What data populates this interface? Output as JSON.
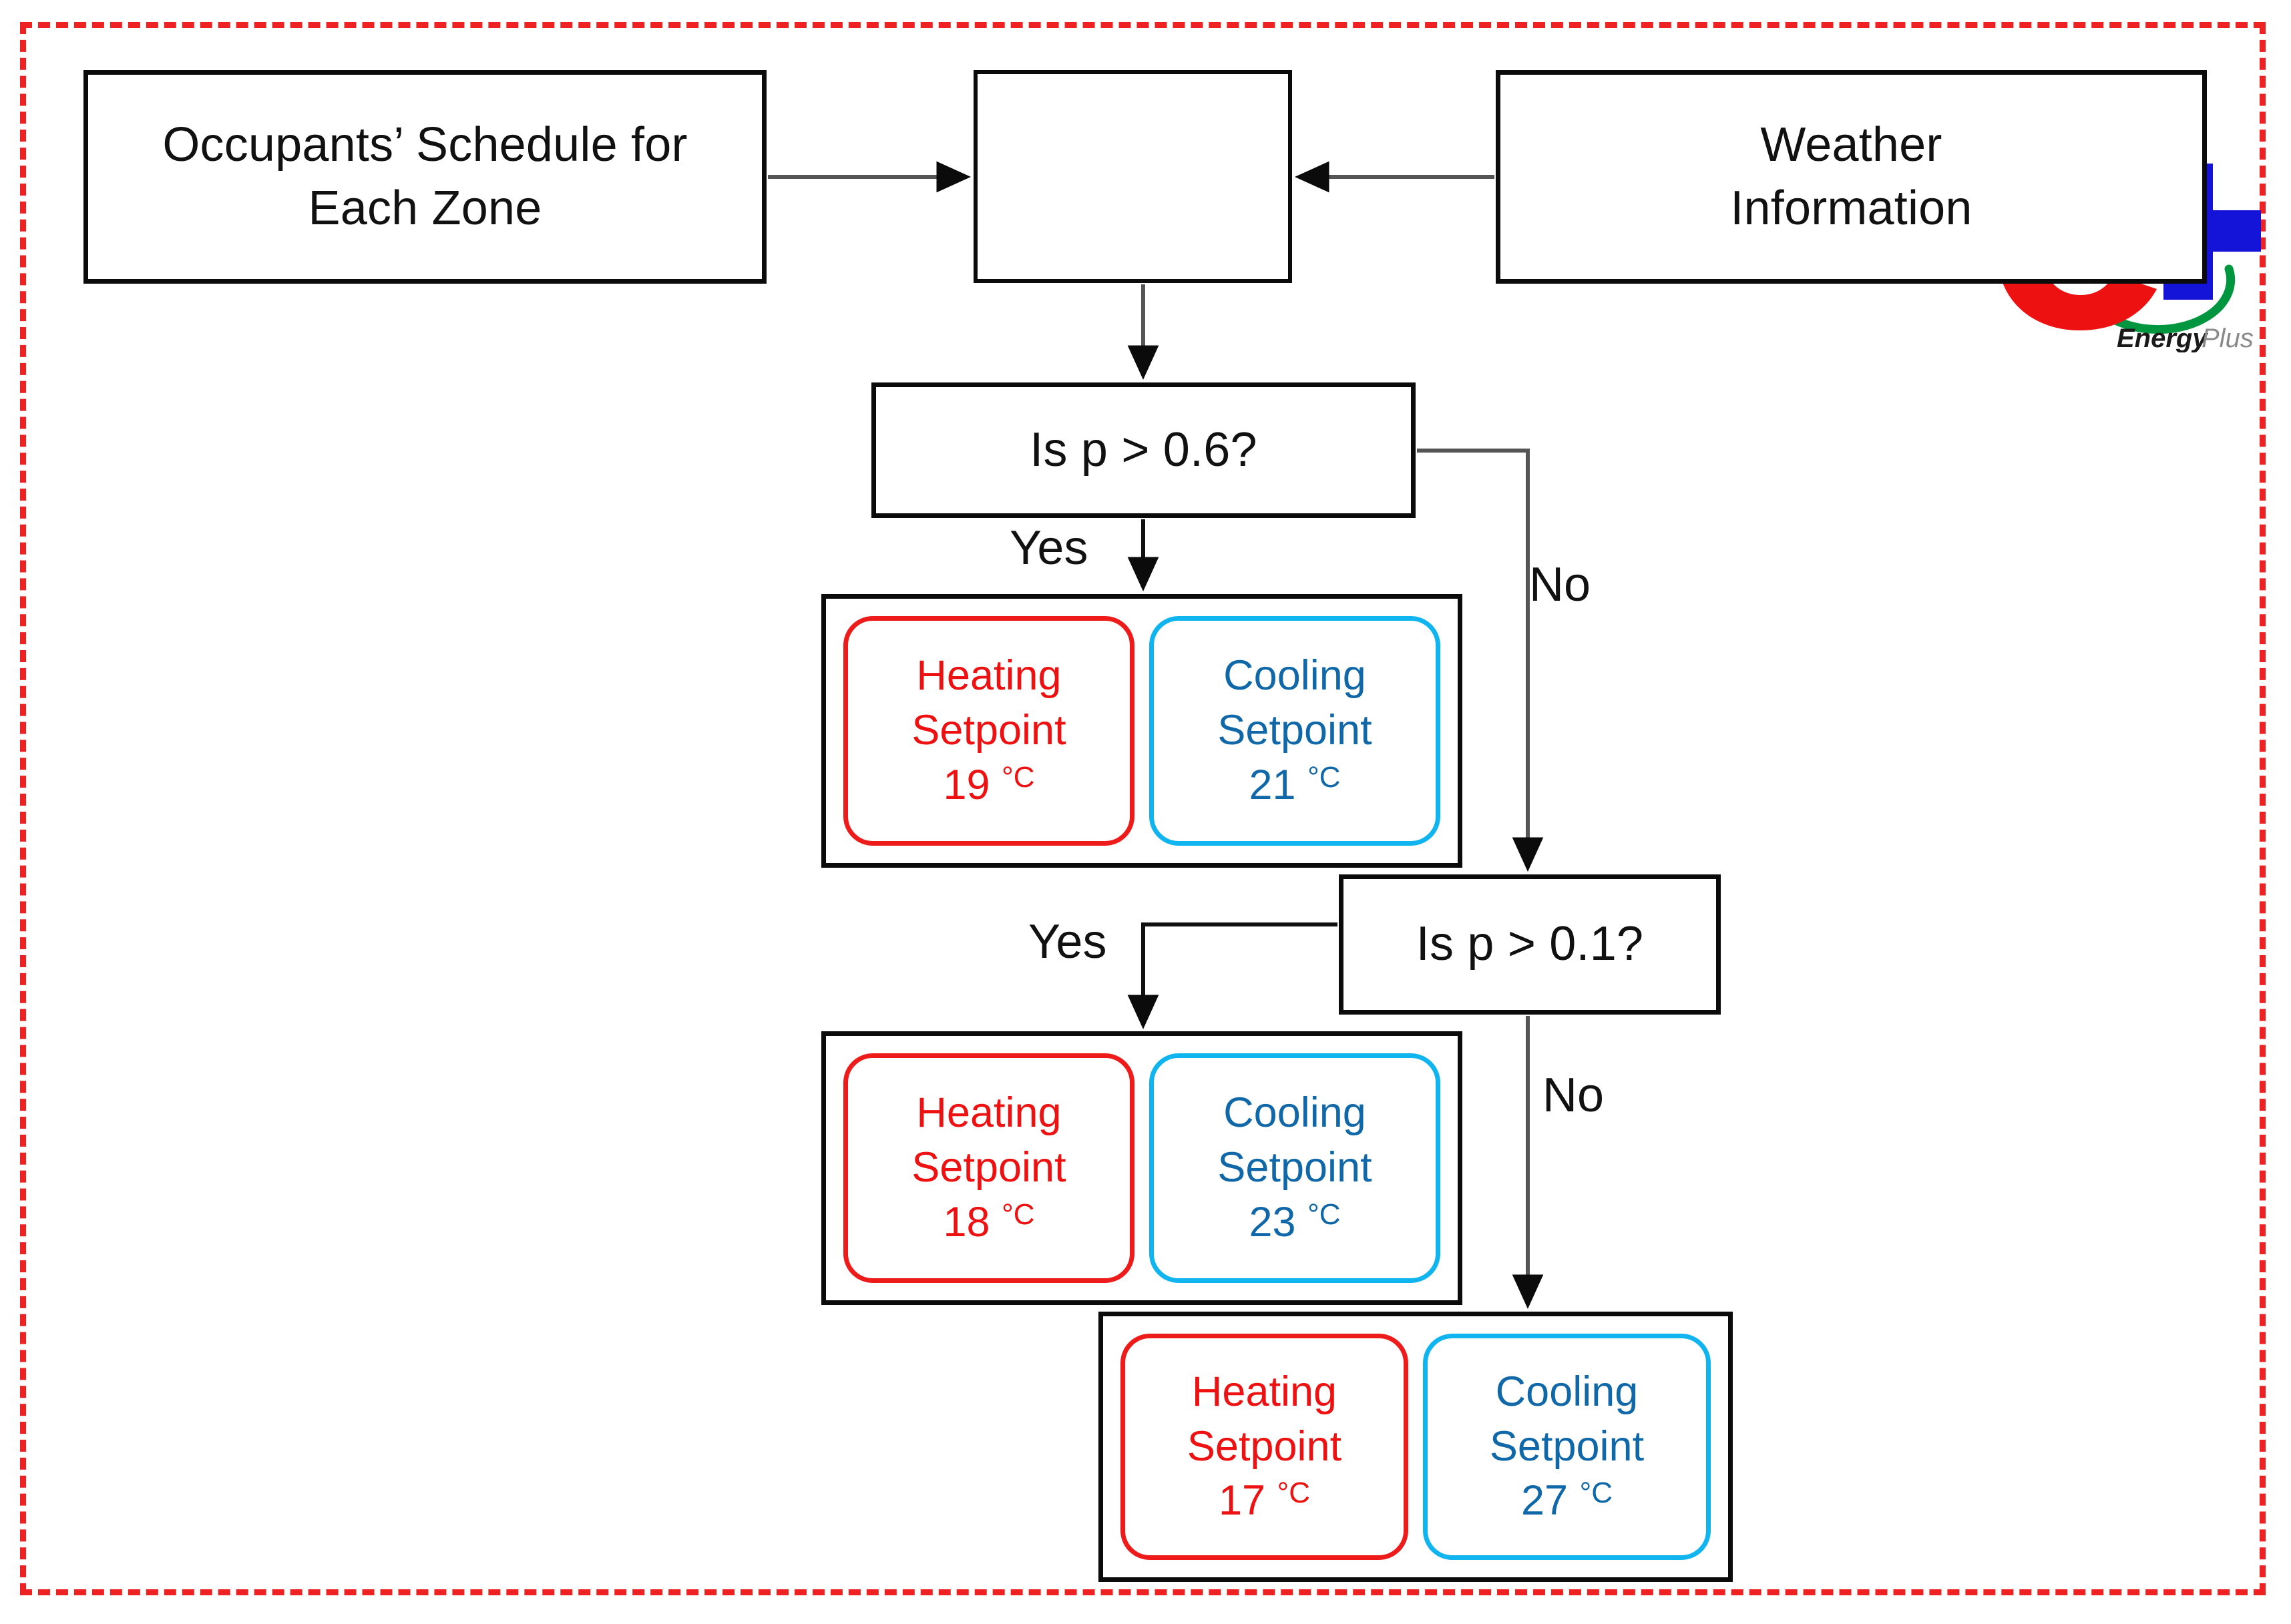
{
  "diagram": {
    "type": "flowchart",
    "title": "Occupancy-based setpoint decision flowchart",
    "frame_color": "#ee2222",
    "accent_heating": "#ee1111",
    "accent_cooling": "#10b4ee",
    "nodes": {
      "occupants": {
        "label": "Occupants’ Schedule for\nEach Zone",
        "line1": "Occupants’ Schedule for",
        "line2": "Each Zone"
      },
      "energyplus": {
        "label": "EnergyPlus",
        "word_bold": "Energy",
        "word_light": "Plus",
        "icon": "energyplus-logo"
      },
      "weather": {
        "label": "Weather\nInformation",
        "line1": "Weather",
        "line2": "Information"
      },
      "decision1": {
        "label": "Is p > 0.6?"
      },
      "decision2": {
        "label": "Is p > 0.1?"
      }
    },
    "branch_labels": {
      "dec1_yes": "Yes",
      "dec1_no": "No",
      "dec2_yes": "Yes",
      "dec2_no": "No"
    },
    "setpoint_groups": [
      {
        "id": "group-p-gt-0-6",
        "heating": {
          "line1": "Heating",
          "line2": "Setpoint",
          "value": "19",
          "unit": "°C"
        },
        "cooling": {
          "line1": "Cooling",
          "line2": "Setpoint",
          "value": "21",
          "unit": "°C"
        }
      },
      {
        "id": "group-p-gt-0-1",
        "heating": {
          "line1": "Heating",
          "line2": "Setpoint",
          "value": "18",
          "unit": "°C"
        },
        "cooling": {
          "line1": "Cooling",
          "line2": "Setpoint",
          "value": "23",
          "unit": "°C"
        }
      },
      {
        "id": "group-p-le-0-1",
        "heating": {
          "line1": "Heating",
          "line2": "Setpoint",
          "value": "17",
          "unit": "°C"
        },
        "cooling": {
          "line1": "Cooling",
          "line2": "Setpoint",
          "value": "27",
          "unit": "°C"
        }
      }
    ]
  }
}
